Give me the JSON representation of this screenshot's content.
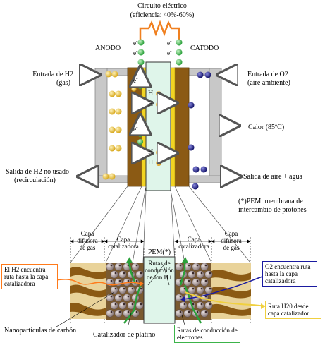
{
  "circuit": {
    "title": "Circuito eléctrico",
    "efficiency": "(eficiencia: 40%-60%)"
  },
  "sides": {
    "anode": "ANODO",
    "cathode": "CATODO"
  },
  "left_labels": {
    "h2_in_line1": "Entrada de H2",
    "h2_in_line2": "(gas)",
    "h2_out_line1": "Salida de H2 no usado",
    "h2_out_line2": "(recirculación)"
  },
  "right_labels": {
    "o2_in_line1": "Entrada de O2",
    "o2_in_line2": "(aire ambiente)",
    "heat": "Calor (85ºC)",
    "air_out": "Salida de aire + agua",
    "pem_note_line1": "(*)PEM: membrana de",
    "pem_note_line2": "intercambio de protones"
  },
  "particles": {
    "electron": "e",
    "electron_sign": "-",
    "proton": "H",
    "proton_sign": "+"
  },
  "detail": {
    "gdl_left": [
      "Capa",
      "difusora",
      "de gas"
    ],
    "cat_left": [
      "Capa",
      "catalizadora"
    ],
    "pem": "PEM(*)",
    "cat_right": [
      "Capa",
      "catalizadora"
    ],
    "gdl_right": [
      "Capa",
      "difusora",
      "de gas"
    ],
    "proton_paths": [
      "Rutas de",
      "conducción",
      "de ion H+"
    ]
  },
  "callouts": {
    "h2_route": "El H2 encuentra ruta hasta la capa catalizadora",
    "o2_route": "O2 encuentra ruta hasta la capa catalizadora",
    "water_route": "Ruta H20 desde capa catalizador"
  },
  "bottom_labels": {
    "carbon": "Nanopartículas de carbón",
    "platinum": "Catalizador de platino",
    "electron_paths": "Rutas de conducción de electrones"
  },
  "colors": {
    "gdl_brown": "#8b5a14",
    "catalyst_yellow": "#f2d422",
    "membrane": "#dff5ea",
    "plate_gray": "#c8c8c8",
    "hydrogen": "#e8c040",
    "oxygen": "#2a2a8c",
    "resistor": "#f08020",
    "electron_green": "#3cb44a",
    "h2_box_border": "#ff7a1a",
    "o2_box_border": "#1a1aa0",
    "water_box_border": "#f0d040"
  }
}
